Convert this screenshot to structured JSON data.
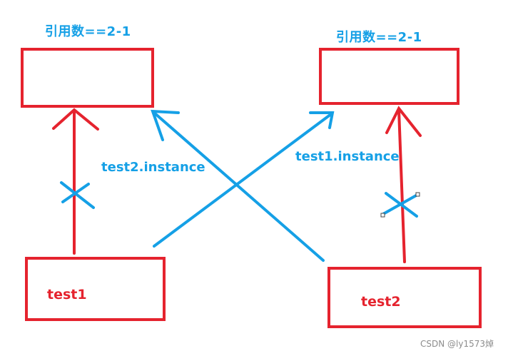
{
  "labels": {
    "refcount_left": "引用数==2-1",
    "refcount_right": "引用数==2-1",
    "instance_left": "test2.instance",
    "instance_right": "test1.instance",
    "object_left": "test1",
    "object_right": "test2"
  },
  "watermark": "CSDN @ly1573焯",
  "colors": {
    "red": "#e5232e",
    "blue": "#15a0e6"
  }
}
